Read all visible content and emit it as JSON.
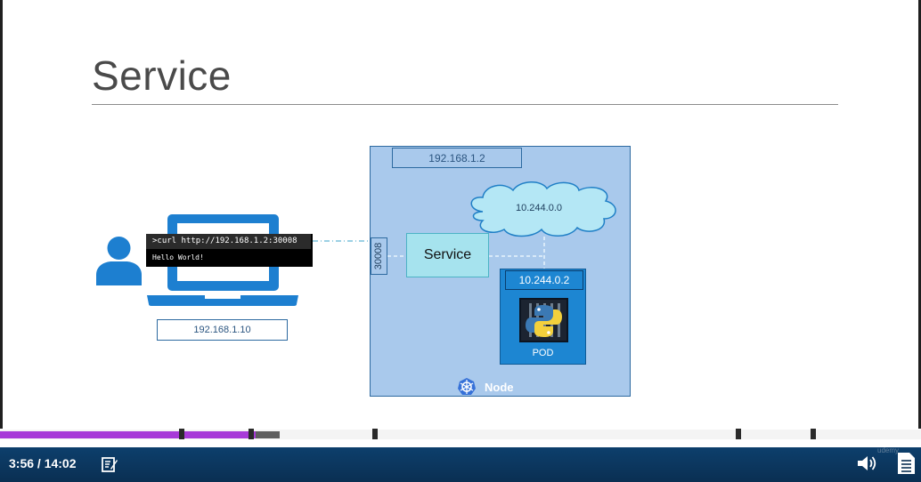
{
  "slide": {
    "title": "Service",
    "node_ip": "192.168.1.2",
    "pod_network": "10.244.0.0",
    "node_port": "30008",
    "service_label": "Service",
    "pod_ip": "10.244.0.2",
    "pod_label": "POD",
    "node_label": "Node",
    "client_ip": "192.168.1.10",
    "terminal": {
      "command": ">curl http://192.168.1.2:30008",
      "output": "Hello World!"
    }
  },
  "player": {
    "time": "3:56 / 14:02",
    "progress_fraction": 0.278,
    "buffered_fraction": 0.304,
    "watermark": "udemy",
    "accent_color": "#a73ad8",
    "bar_color": "#0d3f6c",
    "icons": [
      "notes-icon",
      "volume-icon",
      "transcript-icon"
    ]
  },
  "colors": {
    "node_bg": "#a9c9ec",
    "service_bg": "#a6e3ee",
    "pod_bg": "#1d86d2",
    "laptop": "#1d7fd0"
  }
}
